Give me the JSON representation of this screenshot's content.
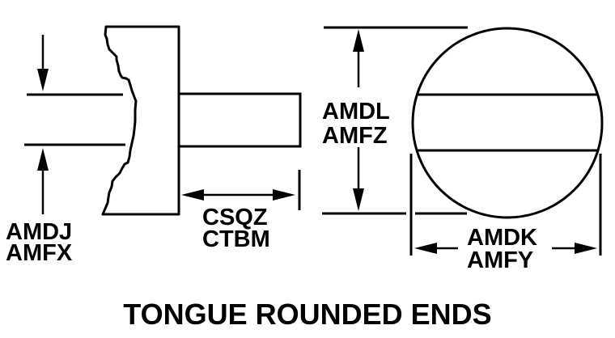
{
  "title": "TONGUE ROUNDED ENDS",
  "colors": {
    "ink": "#000000",
    "background": "#ffffff"
  },
  "side_view": {
    "tongue_thickness_dimension": {
      "codes": [
        "AMDJ",
        "AMFX"
      ]
    },
    "tongue_length_dimension": {
      "codes": [
        "CSQZ",
        "CTBM"
      ]
    }
  },
  "end_view": {
    "overall_diameter_dimension": {
      "codes": [
        "AMDL",
        "AMFZ"
      ]
    },
    "width_dimension": {
      "codes": [
        "AMDK",
        "AMFY"
      ]
    }
  }
}
